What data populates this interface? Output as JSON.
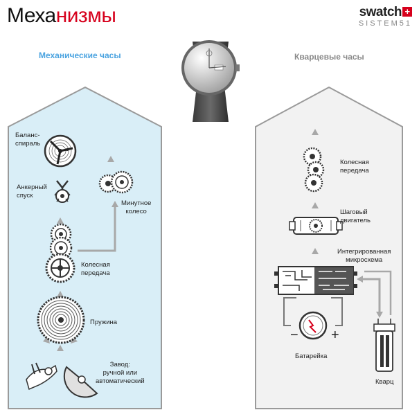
{
  "header": {
    "title_black": "Меха",
    "title_red": "низмы"
  },
  "brand": {
    "name": "swatch",
    "plus": "+",
    "sub": "SISTEM51"
  },
  "sections": {
    "mechanical": {
      "title": "Механические часы"
    },
    "quartz": {
      "title": "Кварцевые часы"
    }
  },
  "mechanical_labels": {
    "balance": [
      "Баланс-",
      "спираль"
    ],
    "anchor": [
      "Анкерный",
      "спуск"
    ],
    "minute": [
      "Минутное",
      "колесо"
    ],
    "gear": [
      "Колесная",
      "передача"
    ],
    "spring": "Пружина",
    "winding": [
      "Завод:",
      "ручной или",
      "автоматический"
    ]
  },
  "quartz_labels": {
    "gear": [
      "Колесная",
      "передача"
    ],
    "motor": [
      "Шаговый",
      "двигатель"
    ],
    "ic": [
      "Интегрированная",
      "микросхема"
    ],
    "battery": "Батарейка",
    "crystal": "Кварц",
    "minus": "−",
    "plus": "+"
  },
  "colors": {
    "red": "#d6001c",
    "blue": "#4aa3e0",
    "mech_fill": "#d9eef7",
    "quartz_fill": "#f2f2f2",
    "arrow": "#a8a8a8"
  }
}
